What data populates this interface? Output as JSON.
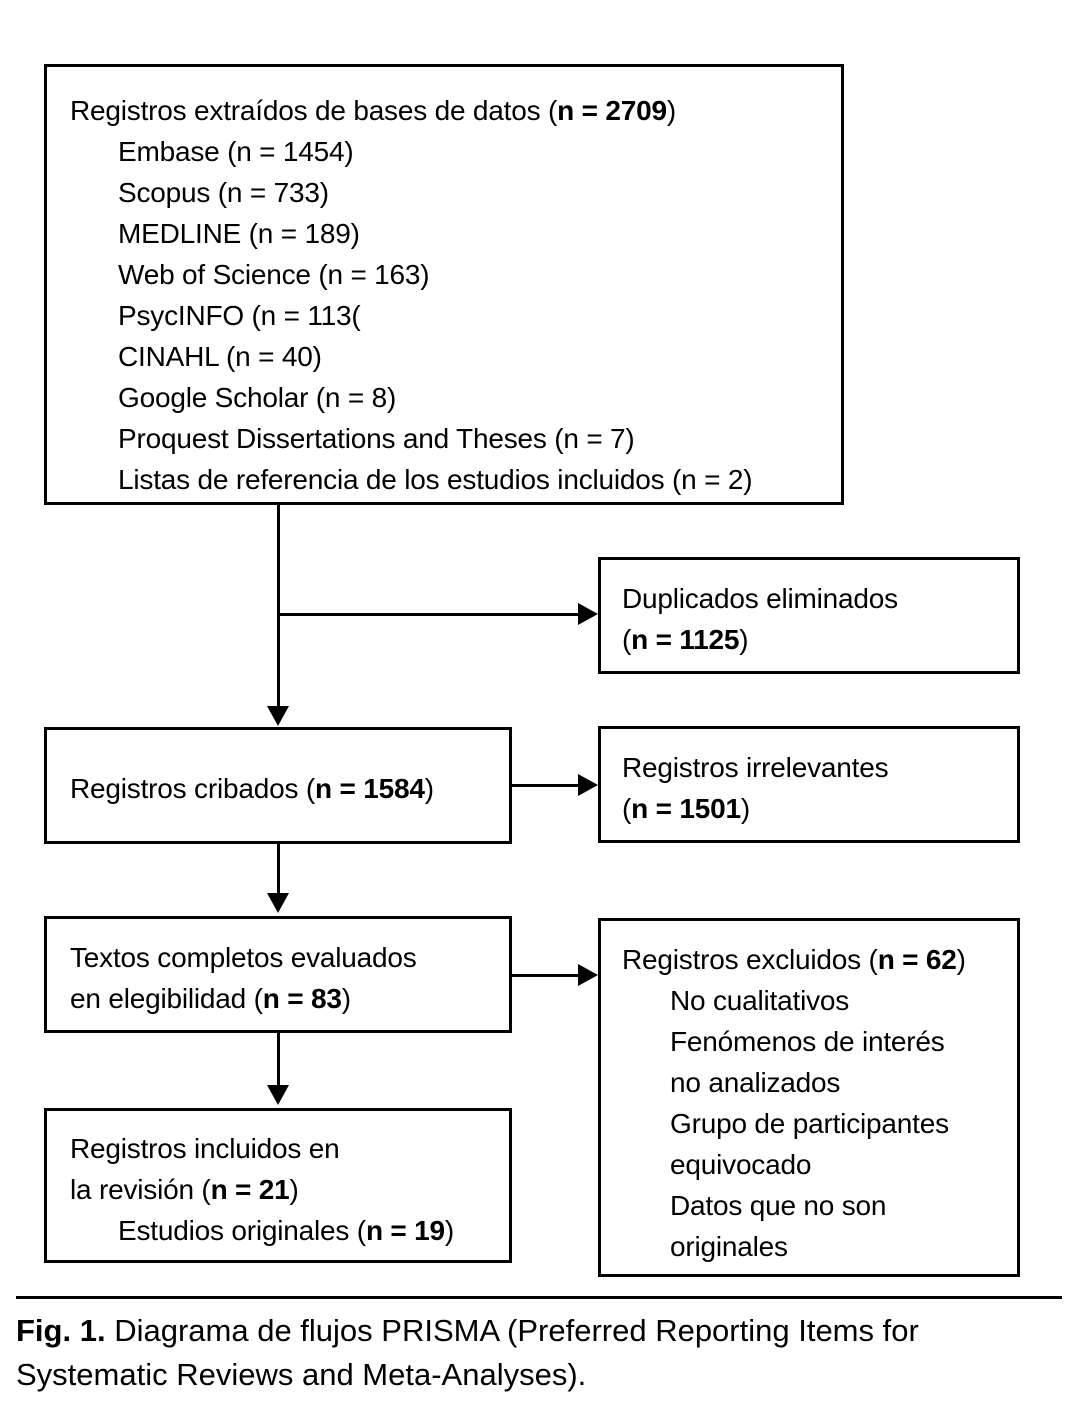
{
  "figure": {
    "label": "Fig. 1.",
    "caption": "Diagrama de flujos PRISMA (Preferred Reporting Items for Systematic Reviews and Meta-Analyses).",
    "type": "PRISMA flow diagram",
    "language": "es"
  },
  "identification": {
    "heading_prefix": "Registros extraídos de bases de datos (",
    "heading_n_label": "n = 2709",
    "heading_suffix": ")",
    "sources": [
      {
        "name": "Embase",
        "line": "Embase (n = 1454)",
        "n": 1454
      },
      {
        "name": "Scopus",
        "line": "Scopus (n = 733)",
        "n": 733
      },
      {
        "name": "MEDLINE",
        "line": "MEDLINE (n = 189)",
        "n": 189
      },
      {
        "name": "Web of Science",
        "line": "Web of Science (n = 163)",
        "n": 163
      },
      {
        "name": "PsycINFO",
        "line": "PsycINFO (n = 113(",
        "n": 113
      },
      {
        "name": "CINAHL",
        "line": "CINAHL (n = 40)",
        "n": 40
      },
      {
        "name": "Google Scholar",
        "line": "Google Scholar (n = 8)",
        "n": 8
      },
      {
        "name": "Proquest Dissertations and Theses",
        "line": "Proquest Dissertations and Theses (n = 7)",
        "n": 7
      },
      {
        "name": "Listas de referencia de los estudios incluidos",
        "line": "Listas de referencia de los estudios incluidos (n = 2)",
        "n": 2
      }
    ],
    "total": 2709
  },
  "duplicates": {
    "line1": "Duplicados eliminados",
    "n_prefix": "(",
    "n_label": "n = 1125",
    "n_suffix": ")",
    "n": 1125
  },
  "screening": {
    "prefix": "Registros cribados (",
    "n_label": "n = 1584",
    "suffix": ")",
    "n": 1584
  },
  "irrelevant": {
    "line1": "Registros irrelevantes",
    "n_prefix": "(",
    "n_label": "n = 1501",
    "n_suffix": ")",
    "n": 1501
  },
  "eligibility": {
    "line1": "Textos completos evaluados",
    "line2_prefix": "en elegibilidad (",
    "n_label": "n = 83",
    "line2_suffix": ")",
    "n": 83
  },
  "excluded": {
    "heading_prefix": "Registros excluidos (",
    "heading_n_label": "n = 62",
    "heading_suffix": ")",
    "n": 62,
    "reasons": [
      "No cualitativos",
      "Fenómenos de interés",
      "no analizados",
      "Grupo de participantes",
      "equivocado",
      "Datos que no son",
      "originales"
    ]
  },
  "included": {
    "line1": "Registros incluidos en",
    "line2_prefix": "la revisión (",
    "line2_n_label": "n = 21",
    "line2_suffix": ")",
    "n": 21,
    "line3_prefix": "Estudios originales (",
    "line3_n_label": "n = 19",
    "line3_suffix": ")",
    "originals_n": 19
  },
  "colors": {
    "stroke": "#000000",
    "background": "#ffffff",
    "text": "#000000"
  }
}
